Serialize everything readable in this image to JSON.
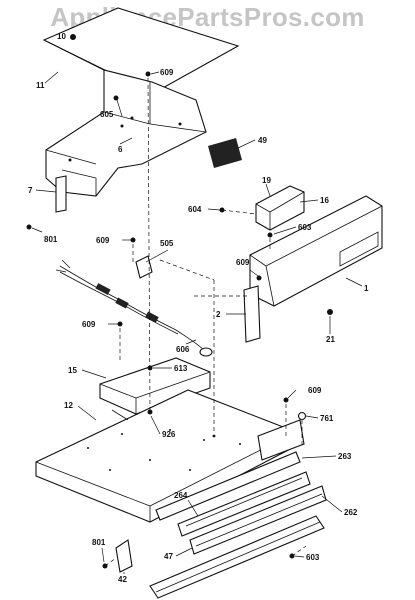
{
  "watermark": "AppliancePartsPros.com",
  "labels": {
    "l10": "10",
    "l11": "11",
    "l609": "609",
    "l605": "605",
    "l6": "6",
    "l49": "49",
    "l19": "19",
    "l16": "16",
    "l7": "7",
    "l604": "604",
    "l603": "603",
    "l801a": "801",
    "l609b": "609",
    "l505": "505",
    "l609c": "609",
    "l1": "1",
    "l2": "2",
    "l21": "21",
    "l609d": "609",
    "l606": "606",
    "l15": "15",
    "l613": "613",
    "l609e": "609",
    "l761": "761",
    "l12": "12",
    "l926": "926",
    "l263": "263",
    "l264": "264",
    "l262": "262",
    "l801b": "801",
    "l47": "47",
    "l603b": "603",
    "l42": "42"
  }
}
